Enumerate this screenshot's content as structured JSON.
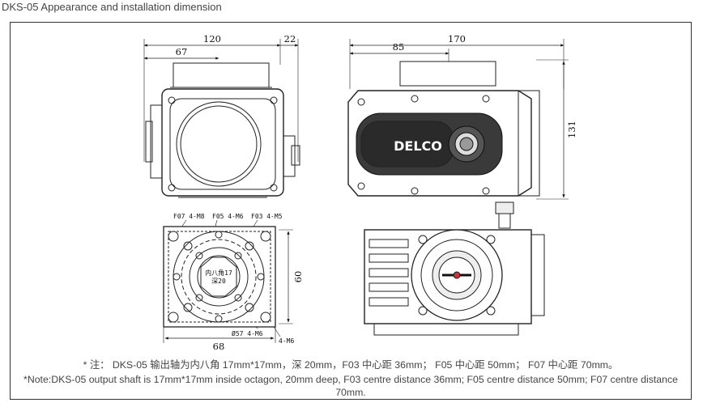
{
  "title": "DKS-05 Appearance and installation dimension",
  "front_view": {
    "dim_width": "120",
    "dim_offset": "22",
    "dim_half": "67"
  },
  "side_view": {
    "dim_length": "170",
    "dim_offset": "85",
    "dim_height": "131",
    "brand": "DELCO"
  },
  "flange_view": {
    "labels": {
      "f07": "F07 4-M8",
      "f05": "F05 4-M6",
      "f03": "F03 4-M5",
      "bolt_circle": "Ø57 4-M6",
      "corner": "4-M6",
      "center_line1": "内八角17",
      "center_line2": "深20"
    },
    "dim_height": "60",
    "dim_width": "68"
  },
  "notes": {
    "cn": "* 注： DKS-05 输出轴为内八角 17mm*17mm，深 20mm，F03 中心距 36mm； F05 中心距 50mm； F07 中心距 70mm。",
    "en": "*Note:DKS-05 output shaft is 17mm*17mm inside octagon, 20mm deep, F03 centre distance 36mm; F05 centre distance 50mm; F07 centre distance 70mm."
  }
}
